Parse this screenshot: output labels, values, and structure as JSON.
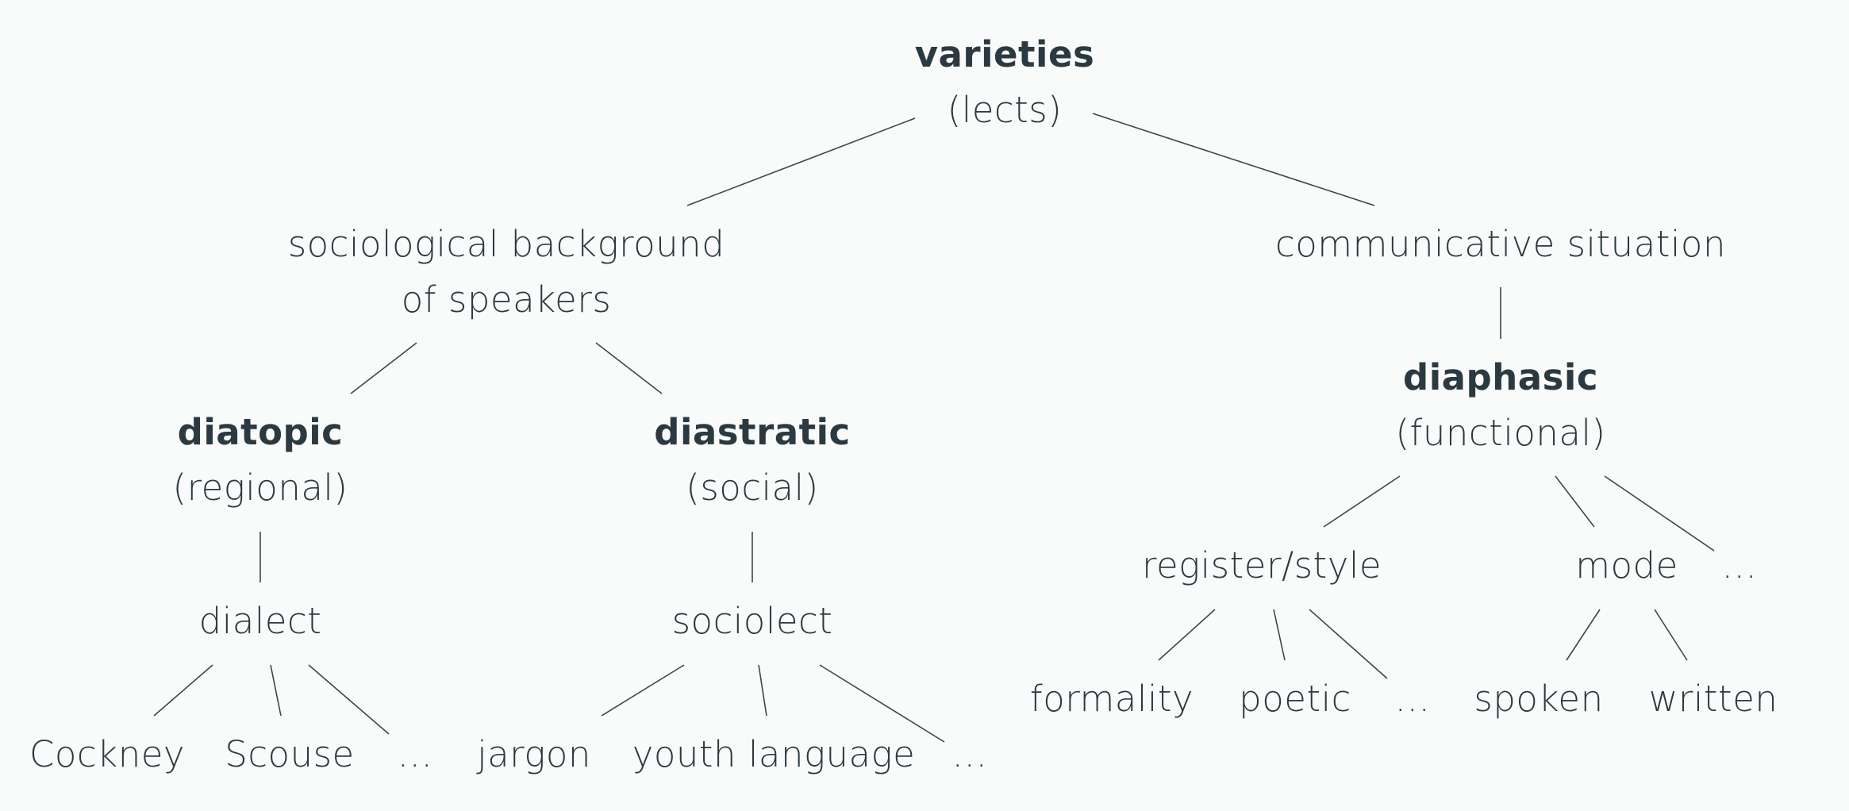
{
  "nodes": {
    "varieties": {
      "term": "varieties",
      "gloss": "(lects)"
    },
    "sociological": {
      "line1": "sociological background",
      "line2": "of speakers"
    },
    "communicative": {
      "line1": "communicative situation"
    },
    "diatopic": {
      "term": "diatopic",
      "gloss": "(regional)"
    },
    "diastratic": {
      "term": "diastratic",
      "gloss": "(social)"
    },
    "diaphasic": {
      "term": "diaphasic",
      "gloss": "(functional)"
    },
    "dialect": {
      "line1": "dialect"
    },
    "sociolect": {
      "line1": "sociolect"
    },
    "register": {
      "line1": "register/style"
    },
    "mode": {
      "line1": "mode"
    },
    "diaphasic_more": {
      "line1": "…"
    },
    "cockney": {
      "line1": "Cockney"
    },
    "scouse": {
      "line1": "Scouse"
    },
    "dialect_more": {
      "line1": "…"
    },
    "jargon": {
      "line1": "jargon"
    },
    "youth": {
      "line1": "youth language"
    },
    "sociolect_more": {
      "line1": "…"
    },
    "formality": {
      "line1": "formality"
    },
    "poetic": {
      "line1": "poetic"
    },
    "register_more": {
      "line1": "…"
    },
    "spoken": {
      "line1": "spoken"
    },
    "written": {
      "line1": "written"
    }
  }
}
